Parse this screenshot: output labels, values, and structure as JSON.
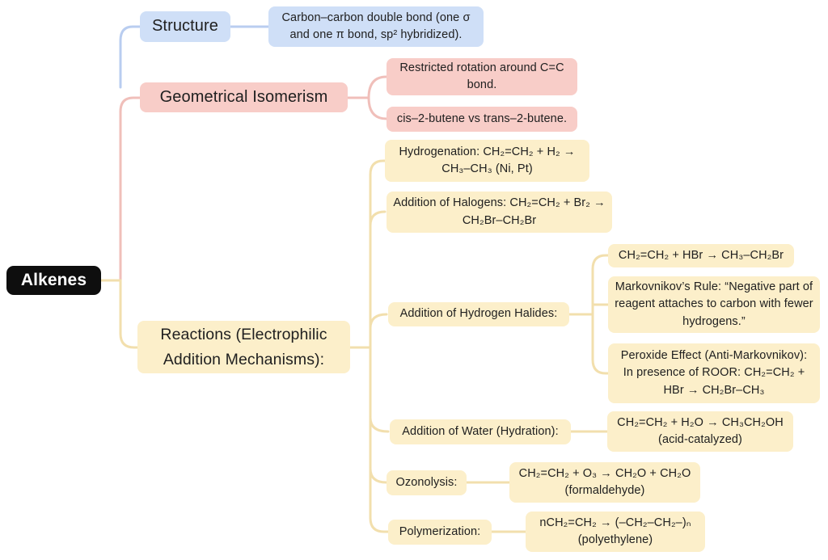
{
  "palette": {
    "background": "#ffffff",
    "text": "#202020",
    "root_fill": "#0e0e0e",
    "root_text": "#ffffff",
    "structure_fill": "#cfdff7",
    "structure_line": "#b9cdf0",
    "isomerism_fill": "#f8cdc8",
    "isomerism_line": "#f0bfba",
    "reactions_fill": "#fcefca",
    "reactions_line": "#f2dfad"
  },
  "map": {
    "root": "Alkenes",
    "structure": {
      "label": "Structure",
      "detail": "Carbon–carbon double bond (one σ and one π bond, sp² hybridized)."
    },
    "geometrical_isomerism": {
      "label": "Geometrical Isomerism",
      "points": [
        "Restricted rotation around C=C bond.",
        "cis–2-butene vs trans–2-butene."
      ]
    },
    "reactions": {
      "label": "Reactions (Electrophilic Addition Mechanisms):",
      "hydrogenation": "Hydrogenation: CH₂=CH₂ + H₂ → CH₃–CH₃ (Ni, Pt)",
      "halogen_addition": "Addition of Halogens: CH₂=CH₂ + Br₂ → CH₂Br–CH₂Br",
      "hydrogen_halides": {
        "label": "Addition of Hydrogen Halides:",
        "points": [
          "CH₂=CH₂ + HBr → CH₃–CH₂Br",
          "Markovnikov’s Rule: “Negative part of reagent attaches to carbon with fewer hydrogens.”",
          "Peroxide Effect (Anti-Markovnikov): In presence of ROOR: CH₂=CH₂ + HBr → CH₂Br–CH₃"
        ]
      },
      "hydration": {
        "label": "Addition of Water (Hydration):",
        "detail": "CH₂=CH₂ + H₂O → CH₃CH₂OH (acid-catalyzed)"
      },
      "ozonolysis": {
        "label": "Ozonolysis:",
        "detail": "CH₂=CH₂ + O₃ → CH₂O + CH₂O (formaldehyde)"
      },
      "polymerization": {
        "label": "Polymerization:",
        "detail": "nCH₂=CH₂ → (–CH₂–CH₂–)ₙ (polyethylene)"
      }
    }
  }
}
